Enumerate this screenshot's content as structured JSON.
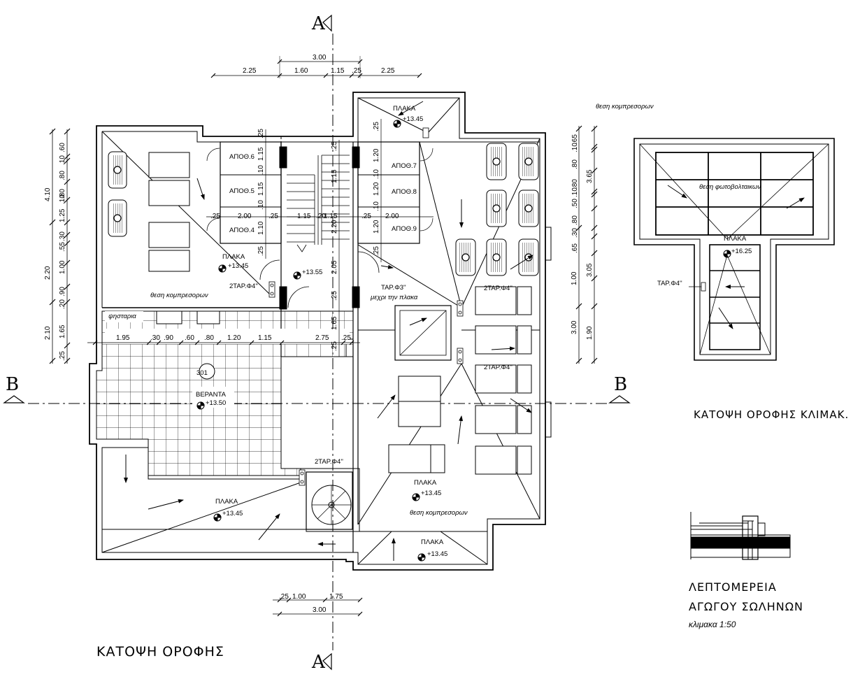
{
  "section_markers": {
    "a_top": "A",
    "a_bottom": "A",
    "b_left": "B",
    "b_right": "B"
  },
  "titles": {
    "main_plan": "ΚΑΤΟΨΗ ΟΡΟΦΗΣ",
    "stair_plan": "ΚΑΤΟΨΗ ΟΡΟΦΗΣ ΚΛΙΜΑΚ.",
    "detail_line1": "ΛΕΠΤΟΜΕΡΕΙΑ",
    "detail_line2": "ΑΓΩΓΟΥ ΣΩΛΗΝΩΝ",
    "detail_scale": "κλιμακα 1:50"
  },
  "top_dims": {
    "total": "3.00",
    "d1": "2.25",
    "d2": "1.60",
    "d3": "1.15",
    "d4": ".25",
    "d5": "2.25"
  },
  "bottom_dims": {
    "total": "3.00",
    "d1": ".25",
    "d2": "1.00",
    "d3": "1.75"
  },
  "left_dims": {
    "a": "4.10",
    "b": "2.20",
    "c": "2.10",
    "d1": ".60",
    "d2": ".10",
    "d3": ".80",
    "d4": ".80",
    "d5": ".10",
    "d6": "1.25",
    "d7": ".30",
    "d8": ".55",
    "d9": "1.00",
    "d10": ".90",
    "d11": ".20",
    "d12": "1.65",
    "d13": ".25"
  },
  "right_dims": {
    "a": "3.65",
    "b": "3.05",
    "c": "3.00",
    "d1": ".65",
    "d2": ".10",
    "d3": ".80",
    "d4": ".80",
    "d5": ".10",
    "d6": ".50",
    "d7": ".80",
    "d8": ".30",
    "d9": ".65",
    "d10": "1.00",
    "d11": "1.90"
  },
  "inner_dims": {
    "v1": ".25",
    "v2": "1.15",
    "v3": ".10",
    "v4": "1.15",
    "v5": ".10",
    "v6": "1.10",
    "v7": ".25",
    "v8": ".25",
    "v9": "1.20",
    "v10": ".10",
    "v11": "1.20",
    "v12": ".10",
    "v13": "1.20",
    "v14": ".25",
    "v15": "1.15",
    "v16": "2.20",
    "v17": "2.05",
    "v18": ".25",
    "v19": "1.65",
    "v20": ".25",
    "v21": ".25",
    "h1": ".25",
    "h2": "2.00",
    "h3": ".25",
    "h4": "1.15",
    "h5": ".20",
    "h6": "1.15",
    "h7": ".25",
    "h8": "2.00",
    "h9": "2.75",
    "h10": ".25"
  },
  "veranda_dims": {
    "d1": "1.95",
    "d2": ".30",
    "d3": ".90",
    "d4": ".60",
    "d5": ".80",
    "d6": "1.20",
    "d7": "1.15"
  },
  "storage_rooms": [
    "ΑΠΟΘ.6",
    "ΑΠΟΘ.5",
    "ΑΠΟΘ.4",
    "ΑΠΟΘ.7",
    "ΑΠΟΘ.8",
    "ΑΠΟΘ.9"
  ],
  "labels": {
    "plaka": "ΠΛΑΚΑ",
    "lvl_1345": "+13.45",
    "lvl_1355": "+13.55",
    "lvl_1350": "+13.50",
    "lvl_1625": "+16.25",
    "thesi_kompresoron": "θεση κομπρεσορων",
    "thesi_fotovoltaikon": "θεση φωτοβολταικων",
    "tap_2": "2ΤΑΡ.Φ4''",
    "tap_1": "ΤΑΡ.Φ4''",
    "tap_3": "ΤΑΡ.Φ3''",
    "mexri": "μεχρι την πλακα",
    "psistaria": "ψησταρια",
    "veranta": "ΒΕΡΑΝΤΑ",
    "room_no": "301"
  }
}
